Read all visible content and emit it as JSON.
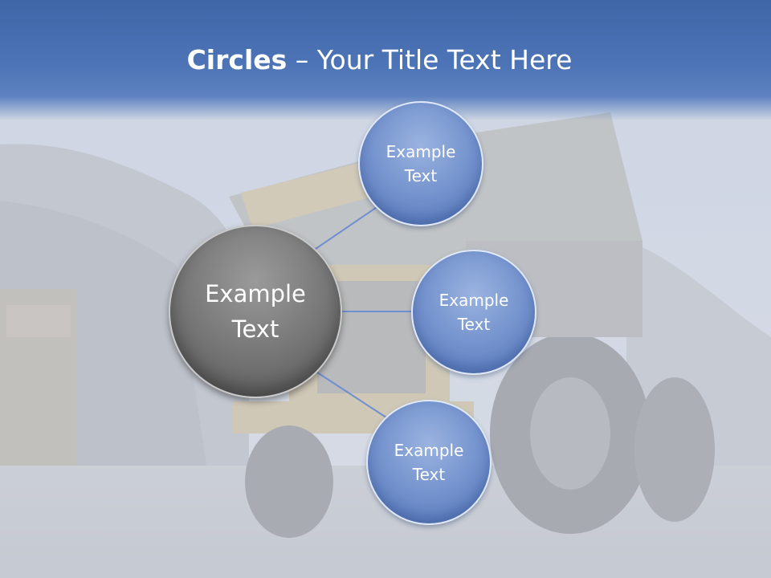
{
  "slide": {
    "title_bold": "Circles",
    "title_rest": " – Your Title Text Here"
  },
  "diagram": {
    "center_label": "Example Text",
    "node_1_label": "Example Text",
    "node_2_label": "Example Text",
    "node_3_label": "Example Text"
  },
  "colors": {
    "title_band": "#4d74b6",
    "node_blue": "#7896cf",
    "center_gray": "#7b7b7b",
    "connector": "#6f8fd0"
  }
}
